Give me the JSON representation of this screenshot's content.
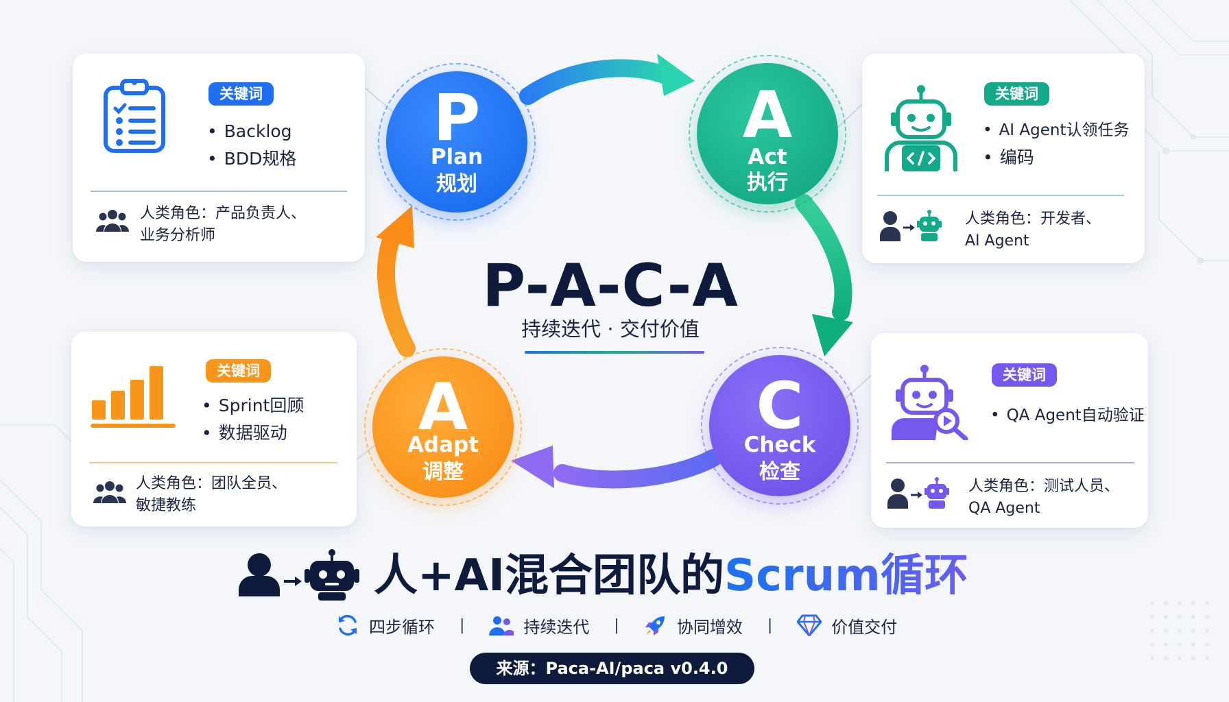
{
  "center": {
    "title": "P-A-C-A",
    "subtitle": "持续迭代 · 交付价值"
  },
  "phases": {
    "plan": {
      "letter": "P",
      "en": "Plan",
      "zh": "规划",
      "color": "#1f6ff2"
    },
    "act": {
      "letter": "A",
      "en": "Act",
      "zh": "执行",
      "color": "#13aa8a"
    },
    "check": {
      "letter": "C",
      "en": "Check",
      "zh": "检查",
      "color": "#7658ec"
    },
    "adapt": {
      "letter": "A",
      "en": "Adapt",
      "zh": "调整",
      "color": "#f7961a"
    }
  },
  "cards": {
    "plan": {
      "badge": "关键词",
      "keywords": [
        "Backlog",
        "BDD规格"
      ],
      "role_line1": "人类角色：产品负责人、",
      "role_line2": "业务分析师",
      "icon": "clipboard-icon",
      "accent": "#1f6ff2"
    },
    "act": {
      "badge": "关键词",
      "keywords": [
        "AI Agent认领任务",
        "编码"
      ],
      "role_line1": "人类角色：开发者、",
      "role_line2": "AI Agent",
      "icon": "robot-coder-icon",
      "accent": "#13aa8a"
    },
    "adapt": {
      "badge": "关键词",
      "keywords": [
        "Sprint回顾",
        "数据驱动"
      ],
      "role_line1": "人类角色：团队全员、",
      "role_line2": "敏捷教练",
      "icon": "bar-chart-icon",
      "accent": "#f7961a"
    },
    "check": {
      "badge": "关键词",
      "keywords": [
        "QA Agent自动验证"
      ],
      "role_line1": "人类角色：测试人员、",
      "role_line2": "QA Agent",
      "icon": "robot-inspect-icon",
      "accent": "#7658ec"
    }
  },
  "headline": {
    "main": "人+AI混合团队的",
    "accent": "Scrum循环"
  },
  "features": [
    {
      "icon": "cycle-icon",
      "label": "四步循环"
    },
    {
      "icon": "team-icon",
      "label": "持续迭代"
    },
    {
      "icon": "rocket-icon",
      "label": "协同增效"
    },
    {
      "icon": "diamond-icon",
      "label": "价值交付"
    }
  ],
  "source": "来源：Paca-AI/paca v0.4.0"
}
